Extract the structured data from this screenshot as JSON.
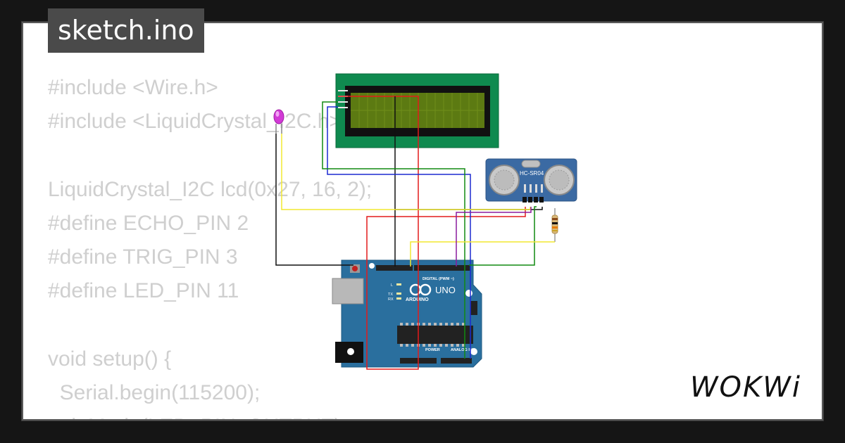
{
  "badge": {
    "title": "sketch.ino"
  },
  "code_lines": [
    "#include <Wire.h>",
    "#include <LiquidCrystal_I2C.h>",
    "",
    "LiquidCrystal_I2C lcd(0x27, 16, 2);",
    "#define ECHO_PIN 2",
    "#define TRIG_PIN 3",
    "#define LED_PIN 11",
    "",
    "void setup() {",
    "  Serial.begin(115200);",
    "  pinMode(LED_PIN, OUTPUT);"
  ],
  "board": {
    "brand": "ARDUINO",
    "model": "UNO",
    "digital_label": "DIGITAL (PWM ~)",
    "power_label": "POWER",
    "analog_label": "ANALOG IN",
    "tx_label": "TX",
    "rx_label": "RX",
    "l_label": "L"
  },
  "sensor": {
    "label": "HC-SR04"
  },
  "brand": {
    "logo_text": "WOKWi"
  },
  "colors": {
    "background": "#151515",
    "card": "#ffffff",
    "badge": "#4a4a4a",
    "board": "#2a6f9e",
    "lcd_frame": "#0f8a4f",
    "lcd_screen": "#5c7a12",
    "sensor": "#3b6aa3",
    "wire_red": "#e31b1b",
    "wire_black": "#111111",
    "wire_blue": "#1b2ad1",
    "wire_green": "#118a11",
    "wire_yellow": "#f2e830",
    "wire_purple": "#8a1b9e"
  }
}
